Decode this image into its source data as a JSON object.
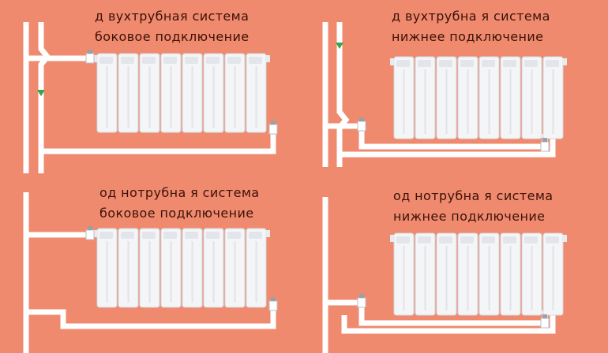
{
  "panels": [
    {
      "line1": "д вухтрубная система",
      "line2": "боковое подключение"
    },
    {
      "line1": "д вухтрубна я система",
      "line2": "нижнее подключение"
    },
    {
      "line1": "од нотрубна я система",
      "line2": "боковое подключение"
    },
    {
      "line1": "од нотрубна я система",
      "line2": "нижнее подключение"
    }
  ],
  "colors": {
    "background": "#f08a6e",
    "pipe": "#ffffff",
    "radiator": "#f4f5f7",
    "radiator_shade": "#d4d8de",
    "valve_marker": "#3aa44a",
    "text": "#3a1208"
  }
}
